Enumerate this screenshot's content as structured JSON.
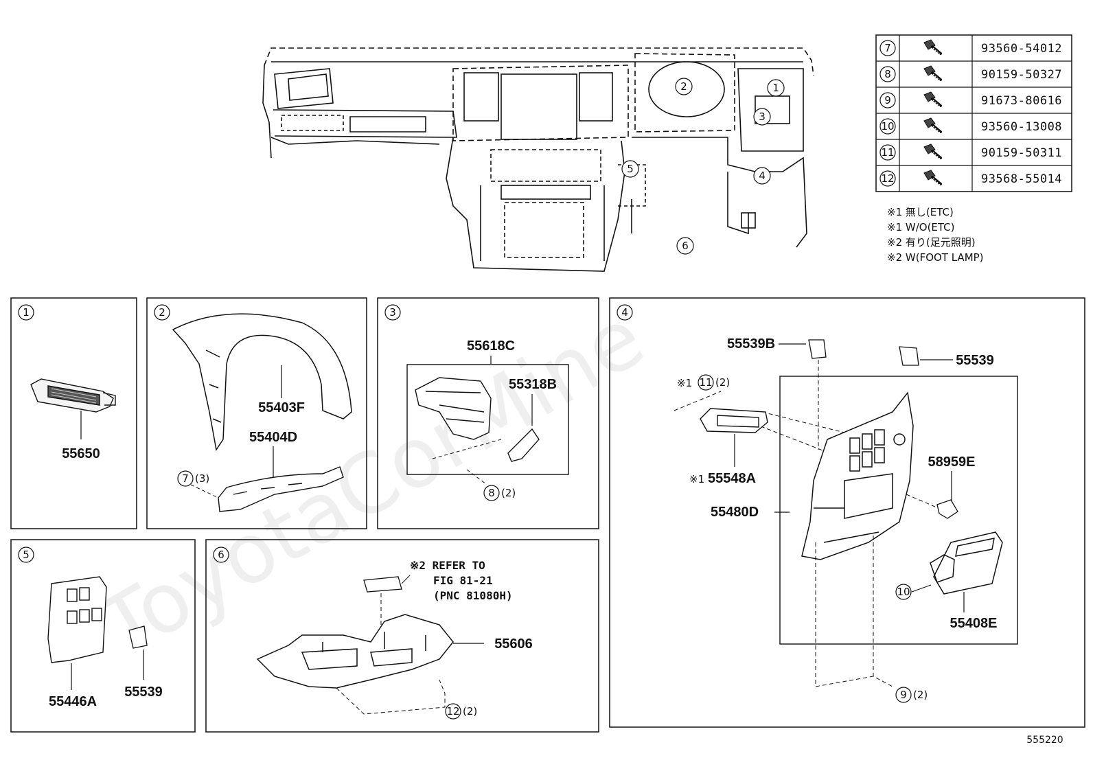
{
  "diagram_id": "555220",
  "watermark": "ToyotaCorMine",
  "bolt_table": [
    {
      "ref": "7",
      "part": "93560-54012"
    },
    {
      "ref": "8",
      "part": "90159-50327"
    },
    {
      "ref": "9",
      "part": "91673-80616"
    },
    {
      "ref": "10",
      "part": "93560-13008"
    },
    {
      "ref": "11",
      "part": "90159-50311"
    },
    {
      "ref": "12",
      "part": "93568-55014"
    }
  ],
  "notes": [
    "※1 無し(ETC)",
    "※1 W/O(ETC)",
    "※2 有り(足元照明)",
    "※2 W(FOOT LAMP)"
  ],
  "overview_callouts": [
    "1",
    "2",
    "3",
    "4",
    "5",
    "6"
  ],
  "panels": {
    "p1": {
      "ref": "1",
      "parts": [
        "55650"
      ]
    },
    "p2": {
      "ref": "2",
      "parts": [
        "55403F",
        "55404D"
      ],
      "bolt": {
        "ref": "7",
        "qty": "(3)"
      }
    },
    "p3": {
      "ref": "3",
      "parts": [
        "55618C",
        "55318B"
      ],
      "bolt": {
        "ref": "8",
        "qty": "(2)"
      }
    },
    "p4": {
      "ref": "4",
      "parts": [
        "55539B",
        "55539",
        "55548A",
        "58959E",
        "55480D",
        "55408E"
      ],
      "note_11": "※1",
      "note_548": "※1",
      "bolt11": {
        "ref": "11",
        "qty": "(2)"
      },
      "bolt10": {
        "ref": "10"
      },
      "bolt9": {
        "ref": "9",
        "qty": "(2)"
      }
    },
    "p5": {
      "ref": "5",
      "parts": [
        "55446A",
        "55539"
      ]
    },
    "p6": {
      "ref": "6",
      "parts": [
        "55606"
      ],
      "refer": [
        "※2 REFER TO",
        "FIG 81-21",
        "(PNC 81080H)"
      ],
      "bolt12": {
        "ref": "12",
        "qty": "(2)"
      }
    }
  }
}
